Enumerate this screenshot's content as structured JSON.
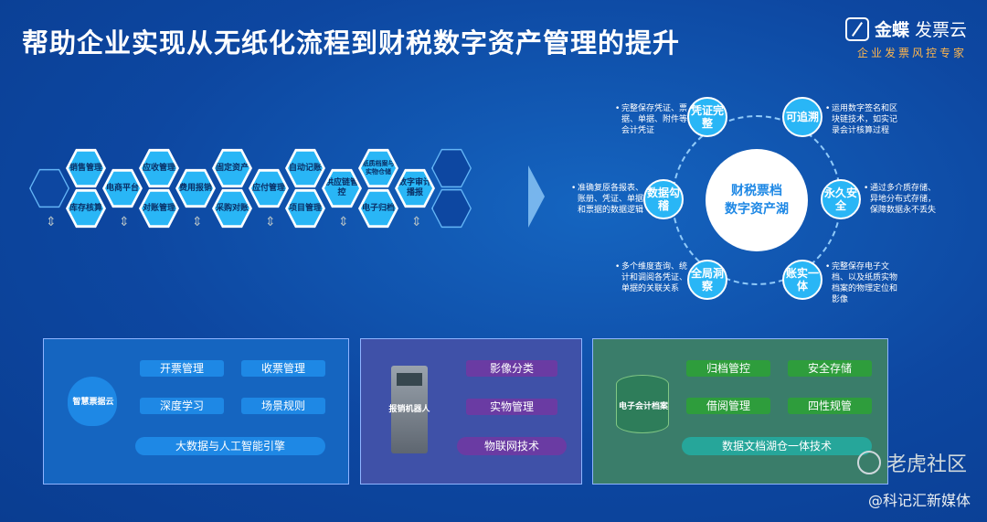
{
  "title": "帮助企业实现从无纸化流程到财税数字资产管理的提升",
  "brand": {
    "name": "金蝶",
    "sub": "发票云",
    "tagline": "企业发票风控专家"
  },
  "hexes_top": [
    "销售管理",
    "应收管理",
    "固定资产",
    "自动记账",
    "纸质档案与实物仓储",
    "数字审计播报"
  ],
  "hexes_mid": [
    "电商平台",
    "费用报销",
    "应付管理",
    "供应链管控"
  ],
  "hexes_bottom": [
    "库存核算",
    "对账管理",
    "采购对账",
    "项目管理",
    "电子归档"
  ],
  "hub": {
    "line1": "财税票档",
    "line2": "数字资产湖"
  },
  "nodes": [
    {
      "label": "凭证完整",
      "desc": "完整保存凭证、票据、单据、附件等会计凭证"
    },
    {
      "label": "可追溯",
      "desc": "运用数字签名和区块链技术，如实记录会计核算过程"
    },
    {
      "label": "永久安全",
      "desc": "通过多介质存储、异地分布式存储，保障数据永不丢失"
    },
    {
      "label": "账实一体",
      "desc": "完整保存电子文档、以及纸质实物档案的物理定位和影像"
    },
    {
      "label": "全局洞察",
      "desc": "多个维度查询、统计和调阅各凭证、单据的关联关系"
    },
    {
      "label": "数据勾稽",
      "desc": "准确复原各报表、账册、凭证、单据和票据的数据逻辑"
    }
  ],
  "panel1": {
    "label": "智慧票据云",
    "chips": [
      "开票管理",
      "收票管理",
      "深度学习",
      "场景规则"
    ],
    "wide": "大数据与人工智能引擎"
  },
  "panel2": {
    "label": "报销机器人",
    "chips": [
      "影像分类",
      "实物管理"
    ],
    "wide": "物联网技术"
  },
  "panel3": {
    "label": "电子会计档案",
    "chips": [
      "归档管控",
      "安全存储",
      "借阅管理",
      "四性规管"
    ],
    "wide": "数据文档湖仓一体技术"
  },
  "watermark": {
    "text": "老虎社区",
    "signature": "@科记汇新媒体"
  },
  "colors": {
    "background": "#0d47a1",
    "accent": "#29b6f6",
    "tag": "#ffb74d"
  }
}
